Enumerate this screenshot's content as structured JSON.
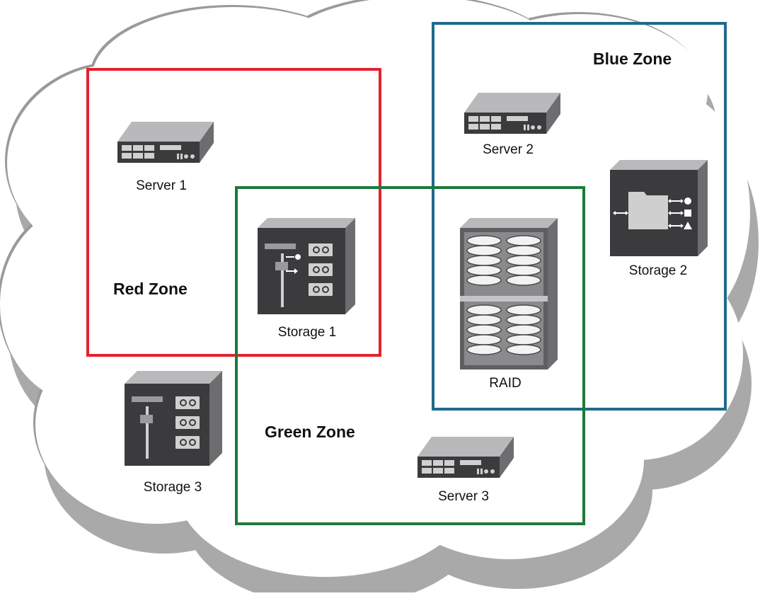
{
  "zones": {
    "red": {
      "label": "Red Zone",
      "color": "#e2222e"
    },
    "blue": {
      "label": "Blue Zone",
      "color": "#1f6a8c"
    },
    "green": {
      "label": "Green Zone",
      "color": "#1c7a3c"
    }
  },
  "devices": {
    "server1": "Server 1",
    "server2": "Server 2",
    "server3": "Server 3",
    "storage1": "Storage 1",
    "storage2": "Storage 2",
    "storage3": "Storage 3",
    "raid": "RAID"
  },
  "colors": {
    "cloud_fill": "#ffffff",
    "cloud_shadow": "#a9a9a9",
    "cloud_outline": "#9a9a9a",
    "device_dark": "#3b3b3d",
    "device_mid": "#6d6d70",
    "device_light": "#b9b9bb"
  }
}
